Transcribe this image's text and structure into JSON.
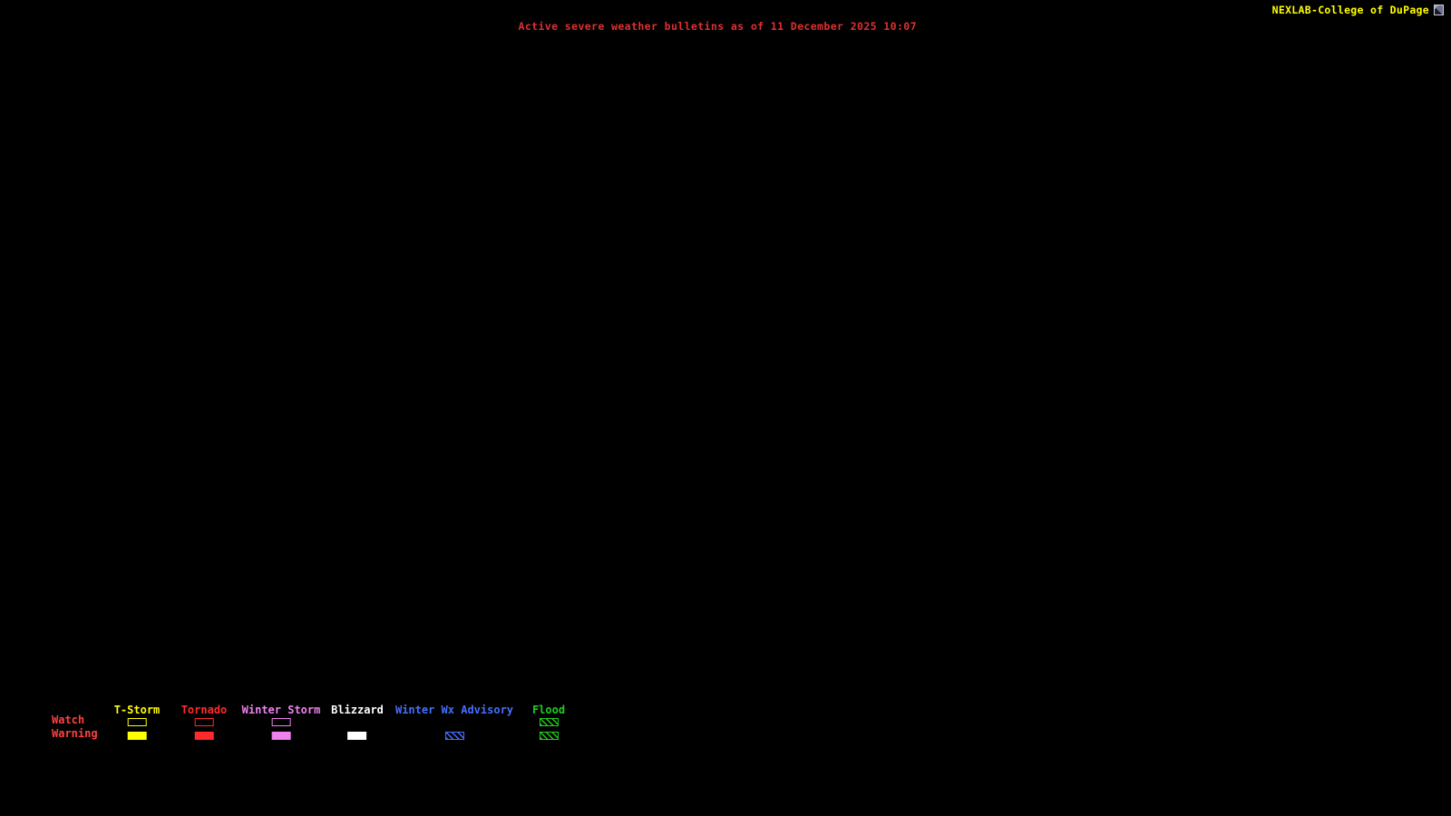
{
  "header": {
    "attribution": "NEXLAB-College of DuPage",
    "attribution_color": "#ffff00",
    "logo_icon": "nexlab-logo-icon"
  },
  "title": {
    "text": "Active severe weather bulletins as of 11 December 2025 10:07",
    "color": "#e03030"
  },
  "map": {
    "background_color": "#000000",
    "active_bulletins_shown": 0
  },
  "legend": {
    "watch_label": "Watch",
    "warning_label": "Warning",
    "row_label_color": "#ff4040",
    "items": [
      {
        "label": "T-Storm",
        "color": "#ffff00",
        "watch": "outline",
        "warning": "fill"
      },
      {
        "label": "Tornado",
        "color": "#ff2a2a",
        "watch": "outline",
        "warning": "fill"
      },
      {
        "label": "Winter Storm",
        "color": "#ee82ee",
        "watch": "outline",
        "warning": "fill"
      },
      {
        "label": "Blizzard",
        "color": "#ffffff",
        "watch": "none",
        "warning": "fill"
      },
      {
        "label": "Winter Wx Advisory",
        "color": "#4470ff",
        "watch": "none",
        "warning": "hatch"
      },
      {
        "label": "Flood",
        "color": "#22cc22",
        "watch": "hatch",
        "warning": "hatch"
      }
    ]
  }
}
